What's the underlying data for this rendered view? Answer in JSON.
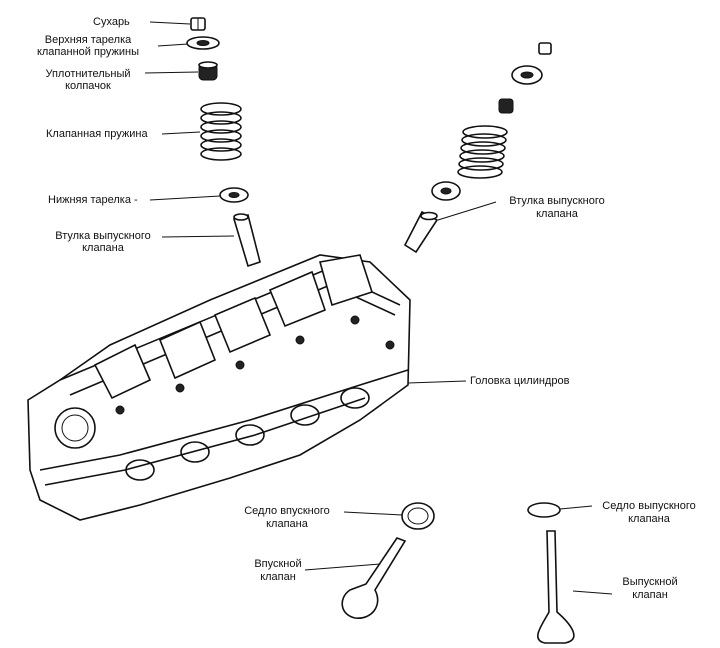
{
  "labels": {
    "keeper": "Сухарь",
    "upper_retainer_1": "Верхняя тарелка",
    "upper_retainer_2": "клапанной пружины",
    "seal_1": "Уплотнительный",
    "seal_2": "колпачок",
    "spring": "Клапанная пружина",
    "lower_seat": "Нижняя тарелка -",
    "guide_left_1": "Втулка выпускного",
    "guide_left_2": "клапана",
    "guide_right_1": "Втулка выпускного",
    "guide_right_2": "клапана",
    "cylinder_head": "Головка цилиндров",
    "intake_seat_1": "Седло впускного",
    "intake_seat_2": "клапана",
    "exhaust_seat_1": "Седло выпускного",
    "exhaust_seat_2": "клапана",
    "intake_valve_1": "Впускной",
    "intake_valve_2": "клапан",
    "exhaust_valve_1": "Выпускной",
    "exhaust_valve_2": "клапан"
  }
}
